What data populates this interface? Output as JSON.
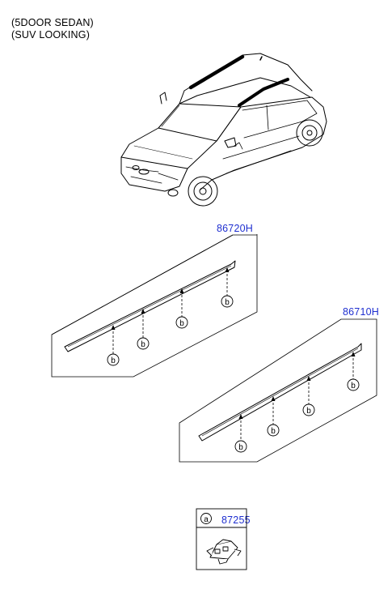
{
  "header": {
    "line1": "(5DOOR SEDAN)",
    "line2": "(SUV LOOKING)"
  },
  "parts": [
    {
      "number": "86720H"
    },
    {
      "number": "86710H"
    }
  ],
  "legend": {
    "symbol": "a",
    "number": "87255"
  },
  "callout_letter": "b",
  "colors": {
    "part_number": "#1f2fd0",
    "line": "#000000"
  }
}
